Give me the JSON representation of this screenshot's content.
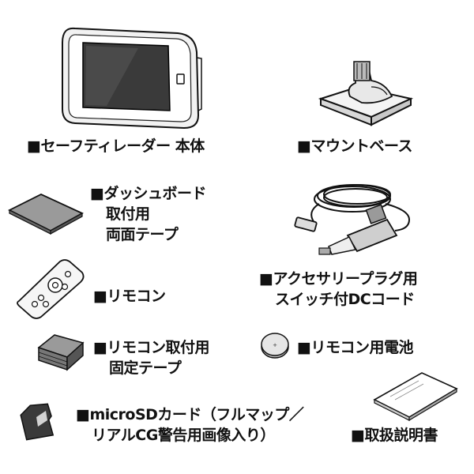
{
  "items": [
    {
      "lines": [
        "■セーフティレーダー 本体"
      ]
    },
    {
      "lines": [
        "■マウントベース"
      ]
    },
    {
      "lines": [
        "■ダッシュボード",
        "取付用",
        "両面テープ"
      ]
    },
    {
      "lines": [
        "■アクセサリープラグ用",
        "スイッチ付DCコード"
      ]
    },
    {
      "lines": [
        "■リモコン"
      ]
    },
    {
      "lines": [
        "■リモコン取付用",
        "固定テープ"
      ]
    },
    {
      "lines": [
        "■リモコン用電池"
      ]
    },
    {
      "lines": [
        "■microSDカード（フルマップ／",
        "リアルCG警告用画像入り）"
      ]
    },
    {
      "lines": [
        "■取扱説明書"
      ]
    }
  ]
}
